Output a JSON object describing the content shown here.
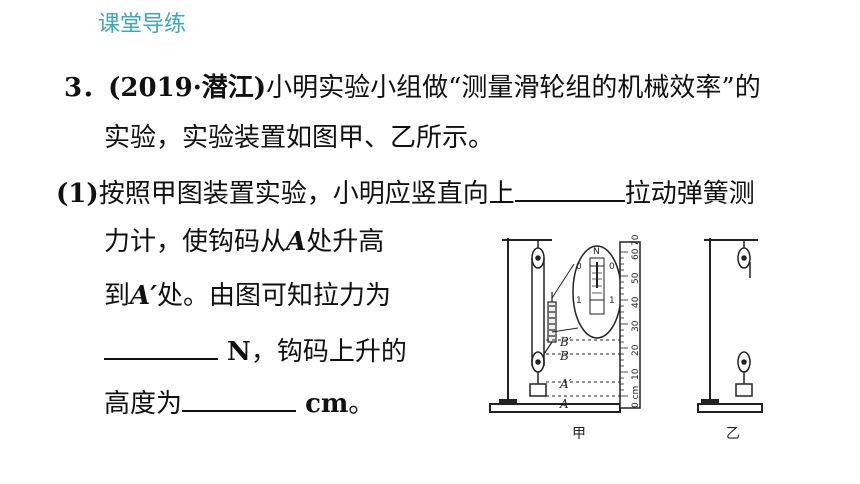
{
  "header": {
    "title": "课堂导练"
  },
  "question": {
    "number": "3．",
    "source": "(2019·潜江)",
    "line1_text": "小明实验小组做“测量滑轮组的机械效率”的",
    "line2_text": "实验，实验装置如图甲、乙所示。",
    "part1_prefix": "(1)",
    "part1_text_a": "按照甲图装置实验，小明应竖直向上",
    "part1_text_b": "拉动弹簧测",
    "line4_text_a": "力计，使钩码从",
    "line4_var": "A",
    "line4_text_b": "处升高",
    "line5_text_a": "到",
    "line5_var": "A′",
    "line5_text_b": "处。由图可知拉力为",
    "line6_unit": " N",
    "line6_text": "，钩码上升的",
    "line7_text": "高度为",
    "line7_unit": " cm",
    "line7_end": "。"
  },
  "figure": {
    "label_jia": "甲",
    "label_yi": "乙",
    "ruler_labels": [
      "0 cm",
      "10",
      "20",
      "30",
      "40",
      "50",
      "60",
      "70"
    ],
    "gauge_unit": "N",
    "gauge_marks": [
      "0",
      "1"
    ],
    "point_labels": [
      "B′",
      "B",
      "A′",
      "A"
    ]
  }
}
